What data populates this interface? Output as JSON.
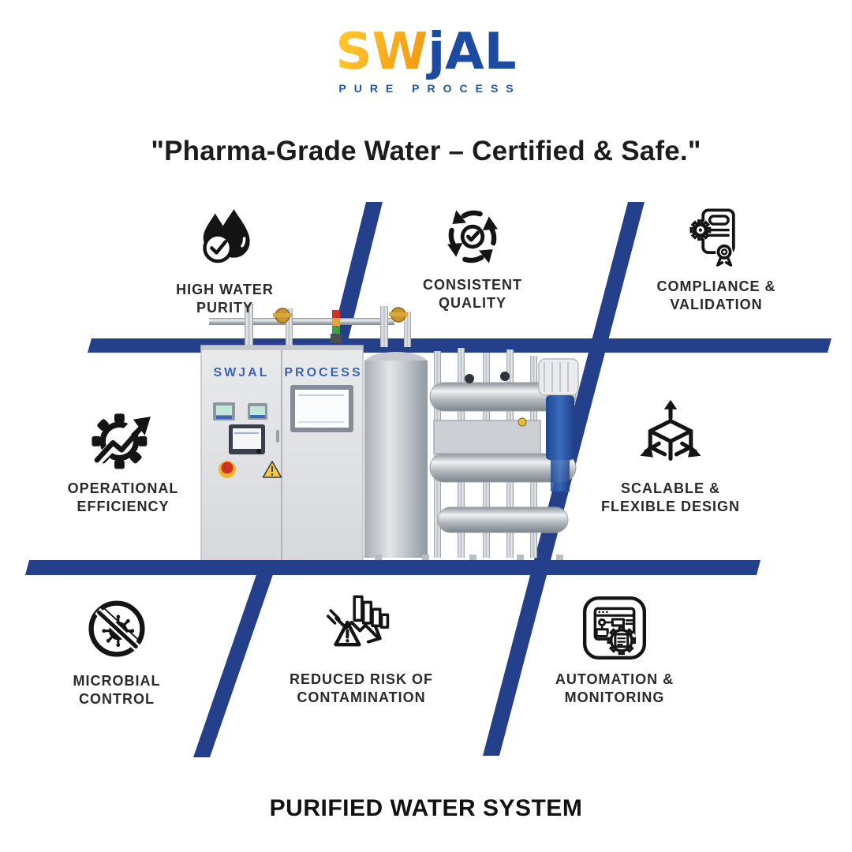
{
  "brand": {
    "logo_left": "SW",
    "logo_right": "jAL",
    "tagline": "PURE PROCESS"
  },
  "headline": "\"Pharma-Grade Water – Certified & Safe.\"",
  "features": [
    {
      "icon": "water-purity-icon",
      "label": "HIGH WATER\nPURITY"
    },
    {
      "icon": "consistent-quality-icon",
      "label": "CONSISTENT\nQUALITY"
    },
    {
      "icon": "compliance-icon",
      "label": "COMPLIANCE &\nVALIDATION"
    },
    {
      "icon": "efficiency-icon",
      "label": "OPERATIONAL\nEFFICIENCY"
    },
    {
      "icon": "scalable-icon",
      "label": "SCALABLE &\nFLEXIBLE DESIGN"
    },
    {
      "icon": "microbial-icon",
      "label": "MICROBIAL\nCONTROL"
    },
    {
      "icon": "contamination-icon",
      "label": "REDUCED RISK OF\nCONTAMINATION"
    },
    {
      "icon": "automation-icon",
      "label": "AUTOMATION &\nMONITORING"
    }
  ],
  "machine": {
    "left_panel_label": "SWJAL",
    "right_panel_label": "PROCESS"
  },
  "footer": {
    "title": "PURIFIED WATER SYSTEM"
  },
  "colors": {
    "accent_blue": "#25408a",
    "logo_blue": "#1c4ba1",
    "logo_yellow": "#f9a91c",
    "text_dark": "#1c1c1c"
  }
}
